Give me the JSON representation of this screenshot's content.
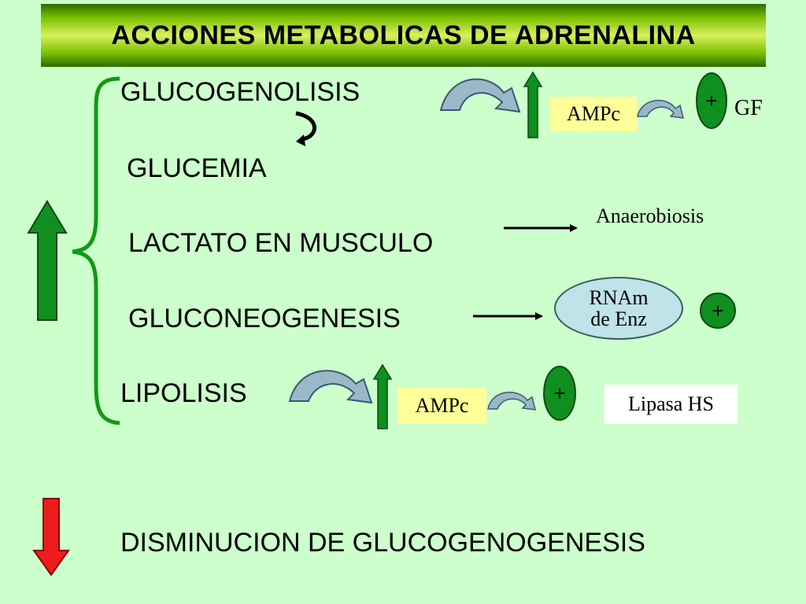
{
  "title": "ACCIONES METABOLICAS DE ADRENALINA",
  "items": {
    "glucogenolisis": "GLUCOGENOLISIS",
    "glucemia": "GLUCEMIA",
    "lactato": "LACTATO EN MUSCULO",
    "gluconeogenesis": "GLUCONEOGENESIS",
    "lipolisis": "LIPOLISIS",
    "disminucion": "DISMINUCION DE GLUCOGENOGENESIS"
  },
  "labels": {
    "ampc_top": "AMPc",
    "ampc_bottom": "AMPc",
    "gf": "GF",
    "anaerobiosis": "Anaerobiosis",
    "rnam_line1": "RNAm",
    "rnam_line2": "de Enz",
    "lipasa": "Lipasa HS",
    "plus_top": "+",
    "plus_middle": "+",
    "plus_bottom": "+"
  },
  "colors": {
    "background": "#ccffcc",
    "up_arrow": "#0f8f1f",
    "down_arrow": "#ee1c1c",
    "ampc_box": "#ffff99",
    "curved_arrow": "#9ab8c8"
  }
}
